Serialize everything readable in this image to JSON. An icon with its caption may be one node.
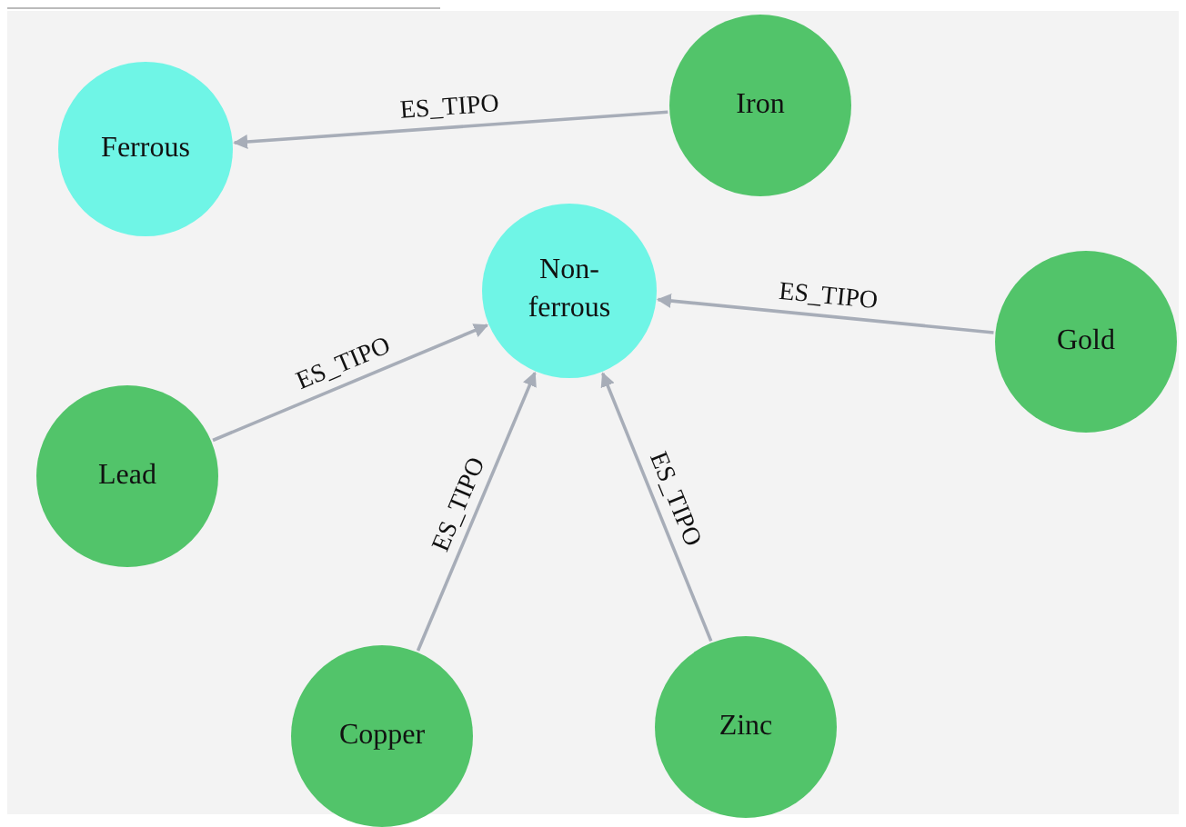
{
  "diagram": {
    "nodes": [
      {
        "text": [
          "Ferrous"
        ]
      },
      {
        "text": [
          "Iron"
        ]
      },
      {
        "text": [
          "Non-ferrous"
        ]
      },
      {
        "text": [
          "Gold"
        ]
      },
      {
        "text": [
          "Lead"
        ]
      },
      {
        "text": [
          "Copper"
        ]
      },
      {
        "text": [
          "Zinc"
        ]
      }
    ],
    "edges": [
      {
        "from": 1,
        "to": 0,
        "arrow": "to",
        "label": "ES_TIPO"
      },
      {
        "from": 3,
        "to": 2,
        "arrow": "to",
        "label": "ES_TIPO"
      },
      {
        "from": 4,
        "to": 2,
        "arrow": "to",
        "label": "ES_TIPO"
      },
      {
        "from": 5,
        "to": 2,
        "arrow": "to",
        "label": "ES_TIPO"
      },
      {
        "from": 6,
        "to": 2,
        "arrow": "to",
        "label": "ES_TIPO"
      }
    ]
  }
}
